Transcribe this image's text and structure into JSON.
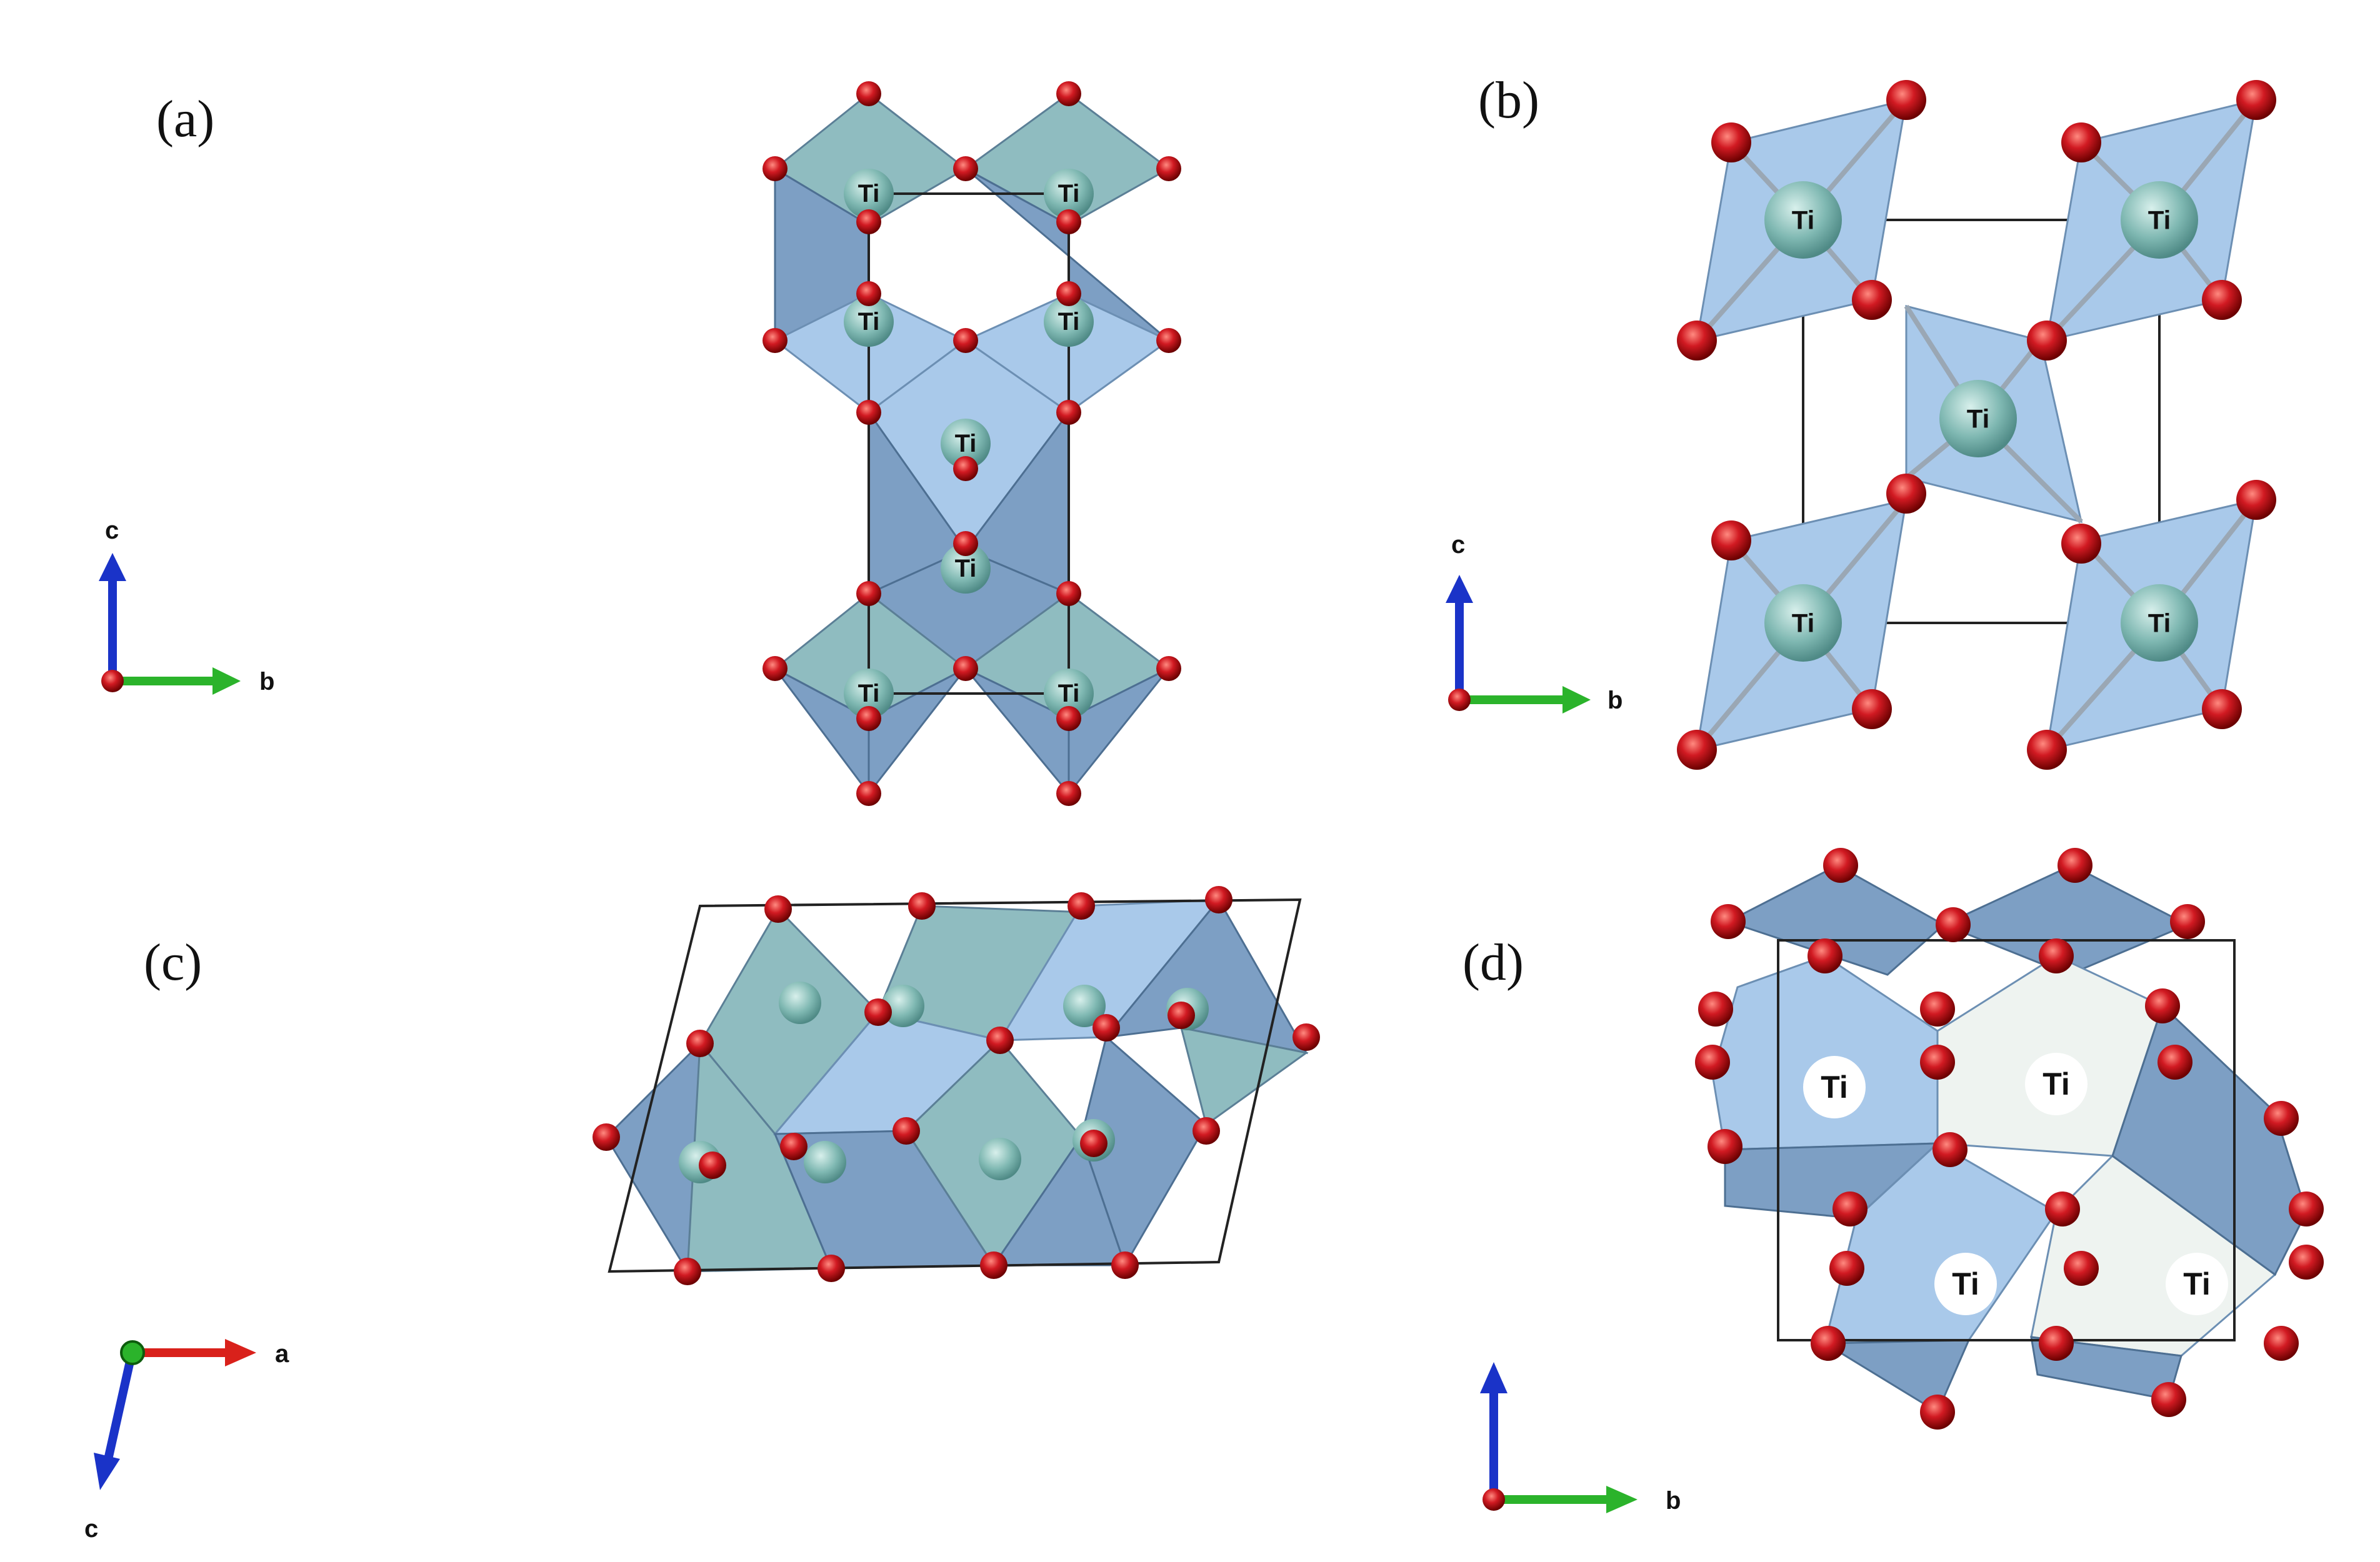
{
  "panels": {
    "a": {
      "label": "(a)",
      "axes": {
        "up": "c",
        "right": "b"
      },
      "ti_label": "Ti"
    },
    "b": {
      "label": "(b)",
      "axes": {
        "up": "c",
        "right": "b"
      },
      "ti_label": "Ti"
    },
    "c": {
      "label": "(c)",
      "axes": {
        "down": "c",
        "right": "a"
      }
    },
    "d": {
      "label": "(d)",
      "axes": {
        "up": "c",
        "right": "b"
      },
      "ti_label": "Ti"
    }
  },
  "colors": {
    "oxygen": "#c8141e",
    "titanium": "#6fa9a5",
    "octahedron_teal": "#8fbcc0",
    "octahedron_blue": "#7d9fc4",
    "axis_a": "#d9211b",
    "axis_b": "#2bb32b",
    "axis_c": "#1a33c8"
  }
}
